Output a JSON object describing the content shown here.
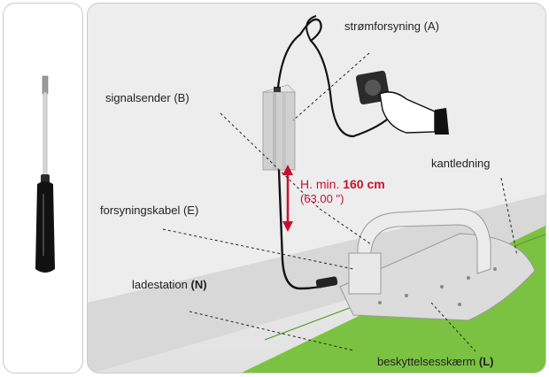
{
  "labels": {
    "power_supply": "strømforsyning (A)",
    "signal_sender": "signalsender (B)",
    "boundary_wire": "kantledning",
    "height_prefix": "H. min.",
    "height_value": "160 cm",
    "height_inches": "(63.00 \")",
    "supply_cable": "forsyningskabel (E)",
    "charging_station_prefix": "ladestation",
    "charging_station_code": "(N)",
    "protection_screen_prefix": "beskyttelsesskærm",
    "protection_screen_code": "(L)"
  },
  "colors": {
    "grass": "#7cc242",
    "accent_red": "#c8102e",
    "panel_border": "#c9c9c9"
  },
  "icons": [
    "screwdriver-icon",
    "power-outlet-icon",
    "hand-icon",
    "signal-sender-icon",
    "charging-station-icon",
    "height-arrow-icon"
  ]
}
